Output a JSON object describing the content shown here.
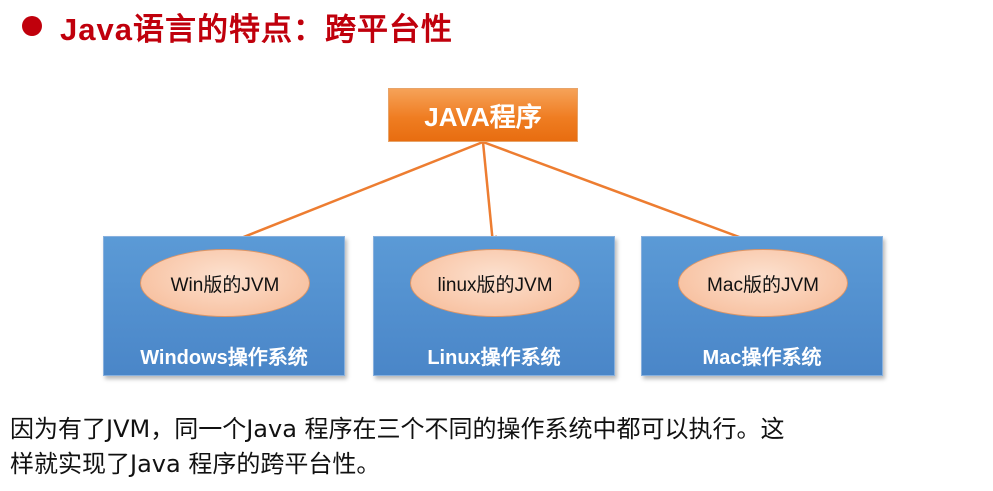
{
  "title": "Java语言的特点：跨平台性",
  "diagram": {
    "root": "JAVA程序",
    "platforms": [
      {
        "jvm": "Win版的JVM",
        "os": "Windows操作系统"
      },
      {
        "jvm": "linux版的JVM",
        "os": "Linux操作系统"
      },
      {
        "jvm": "Mac版的JVM",
        "os": "Mac操作系统"
      }
    ]
  },
  "caption": {
    "line1": "因为有了JVM，同一个Java 程序在三个不同的操作系统中都可以执行。这",
    "line2": "样就实现了Java 程序的跨平台性。"
  },
  "colors": {
    "title": "#c0000c",
    "root_fill": "#ef7d22",
    "arrow": "#ed7d31",
    "os_fill": "#5b9ad6",
    "jvm_fill": "#f8c2a2"
  }
}
